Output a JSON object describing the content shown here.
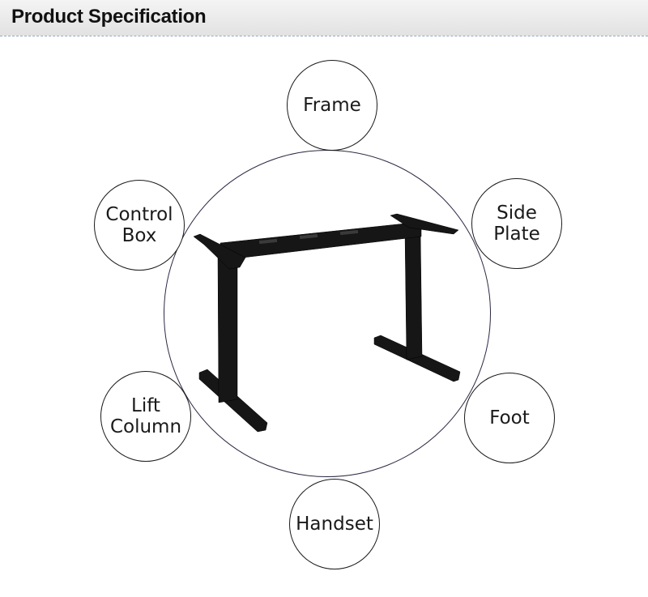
{
  "header": {
    "title": "Product Specification"
  },
  "labels": {
    "frame": "Frame",
    "side_plate": "Side\nPlate",
    "control_box": "Control\nBox",
    "lift_column": "Lift\nColumn",
    "foot": "Foot",
    "handset": "Handset"
  },
  "colors": {
    "frame": "#161616",
    "circle_border": "#2a2a44",
    "header_bg": "#e6e6e6"
  }
}
